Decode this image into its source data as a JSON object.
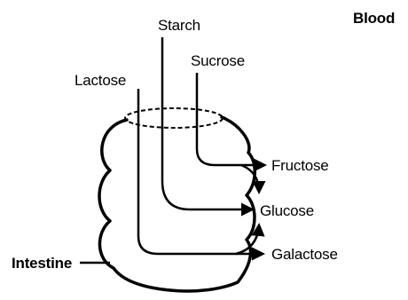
{
  "labels": {
    "blood": "Blood",
    "starch": "Starch",
    "sucrose": "Sucrose",
    "lactose": "Lactose",
    "fructose": "Fructose",
    "glucose": "Glucose",
    "galactose": "Galactose",
    "intestine": "Intestine"
  },
  "colors": {
    "ink": "#000000",
    "background": "#ffffff"
  }
}
